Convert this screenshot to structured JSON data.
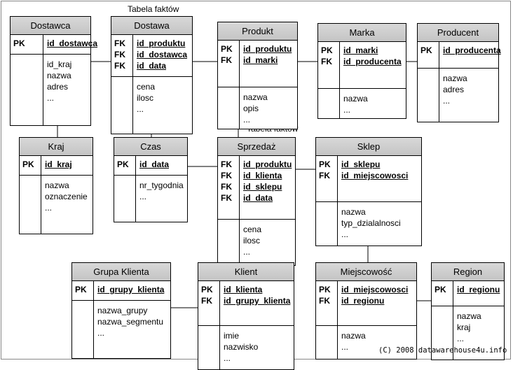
{
  "labels": {
    "fact1": "Tabela faktów",
    "fact2": "Tabela faktów"
  },
  "copyright": "(C) 2008 datawarehouse4u.info",
  "entities": [
    {
      "title": "Dostawca",
      "keys": [
        [
          "PK",
          "id_dostawca"
        ]
      ],
      "attrs": [
        "id_kraj",
        "nazwa",
        "adres",
        "..."
      ]
    },
    {
      "title": "Dostawa",
      "keys": [
        [
          "FK",
          "id_produktu"
        ],
        [
          "FK",
          "id_dostawca"
        ],
        [
          "FK",
          "id_data"
        ]
      ],
      "attrs": [
        "cena",
        "ilosc",
        "..."
      ]
    },
    {
      "title": "Produkt",
      "keys": [
        [
          "PK",
          "id_produktu"
        ],
        [
          "FK",
          "id_marki"
        ]
      ],
      "attrs": [
        "nazwa",
        "opis",
        "..."
      ]
    },
    {
      "title": "Marka",
      "keys": [
        [
          "PK",
          "id_marki"
        ],
        [
          "FK",
          "id_producenta"
        ]
      ],
      "attrs": [
        "nazwa",
        "..."
      ]
    },
    {
      "title": "Producent",
      "keys": [
        [
          "PK",
          "id_producenta"
        ]
      ],
      "attrs": [
        "nazwa",
        "adres",
        "..."
      ]
    },
    {
      "title": "Kraj",
      "keys": [
        [
          "PK",
          "id_kraj"
        ]
      ],
      "attrs": [
        "nazwa",
        "oznaczenie",
        "..."
      ]
    },
    {
      "title": "Czas",
      "keys": [
        [
          "PK",
          "id_data"
        ]
      ],
      "attrs": [
        "nr_tygodnia",
        "..."
      ]
    },
    {
      "title": "Sprzedaż",
      "keys": [
        [
          "FK",
          "id_produktu"
        ],
        [
          "FK",
          "id_klienta"
        ],
        [
          "FK",
          "id_sklepu"
        ],
        [
          "FK",
          "id_data"
        ]
      ],
      "attrs": [
        "cena",
        "ilosc",
        "..."
      ]
    },
    {
      "title": "Sklep",
      "keys": [
        [
          "PK",
          "id_sklepu"
        ],
        [
          "FK",
          "id_miejscowosci"
        ]
      ],
      "attrs": [
        "nazwa",
        "typ_dzialalnosci",
        "..."
      ]
    },
    {
      "title": "Grupa Klienta",
      "keys": [
        [
          "PK",
          "id_grupy_klienta"
        ]
      ],
      "attrs": [
        "nazwa_grupy",
        "nazwa_segmentu",
        "..."
      ]
    },
    {
      "title": "Klient",
      "keys": [
        [
          "PK",
          "id_klienta"
        ],
        [
          "FK",
          "id_grupy_klienta"
        ]
      ],
      "attrs": [
        "imie",
        "nazwisko",
        "..."
      ]
    },
    {
      "title": "Miejscowość",
      "keys": [
        [
          "PK",
          "id_miejscowosci"
        ],
        [
          "FK",
          "id_regionu"
        ]
      ],
      "attrs": [
        "nazwa",
        "..."
      ]
    },
    {
      "title": "Region",
      "keys": [
        [
          "PK",
          "id_regionu"
        ]
      ],
      "attrs": [
        "nazwa",
        "kraj",
        "..."
      ]
    }
  ]
}
